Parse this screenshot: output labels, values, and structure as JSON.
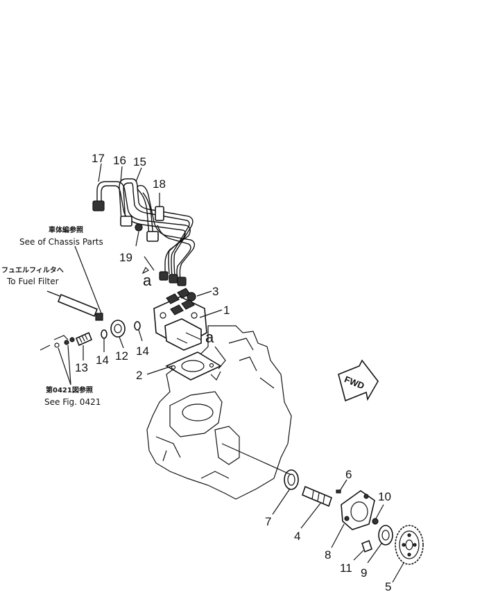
{
  "callouts": {
    "n1": "1",
    "n2": "2",
    "n3": "3",
    "n4": "4",
    "n5": "5",
    "n6": "6",
    "n7": "7",
    "n8": "8",
    "n9": "9",
    "n10": "10",
    "n11": "11",
    "n12": "12",
    "n13": "13",
    "n14a": "14",
    "n14b": "14",
    "n15": "15",
    "n16": "16",
    "n17": "17",
    "n18": "18",
    "n19": "19"
  },
  "refs": {
    "a_top": "a",
    "a_bottom": "a"
  },
  "notes": {
    "chassis_jp": "車体編参照",
    "chassis_en": "See of Chassis Parts",
    "fuel_jp": "フュエルフィルタへ",
    "fuel_en": "To Fuel Filter",
    "fig_jp": "第0421図参照",
    "fig_en": "See Fig. 0421"
  },
  "fwd_label": "FWD"
}
